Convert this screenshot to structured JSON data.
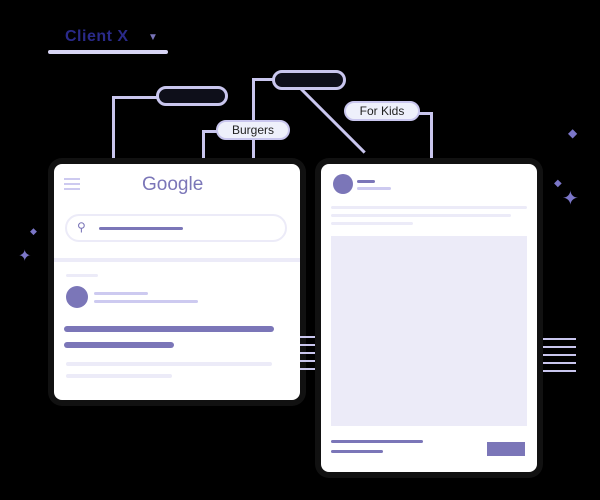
{
  "header": {
    "client_name": "Client X",
    "dropdown_icon": "caret-down-icon"
  },
  "labels": {
    "masked_1": "",
    "masked_2": "",
    "burgers": "Burgers",
    "for_kids": "For Kids"
  },
  "left_card": {
    "brand": "Google",
    "menu_icon": "hamburger-icon",
    "search_icon": "search-icon"
  },
  "right_card": {},
  "colors": {
    "accent": "#7b76b8",
    "line": "#c9c6ee",
    "light_fill": "#ecebf8",
    "brand_text": "#2a2a8a"
  }
}
